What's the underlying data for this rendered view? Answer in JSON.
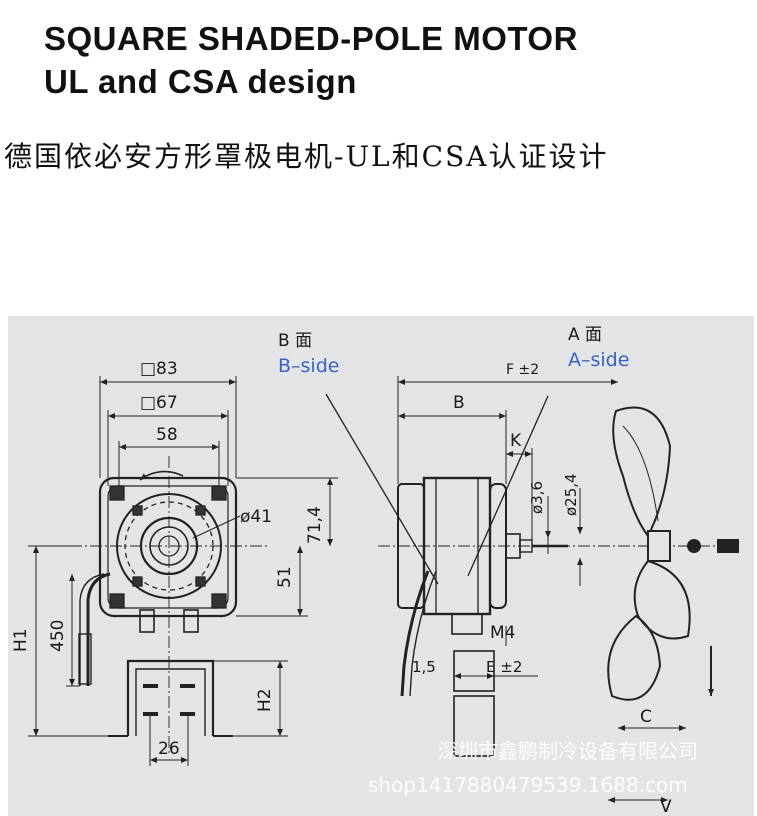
{
  "header": {
    "title_line1": "SQUARE SHADED-POLE MOTOR",
    "title_line2": "UL and CSA design",
    "subtitle_cn": "德国依必安方形罩极电机-UL和CSA认证设计"
  },
  "drawing": {
    "dim_83": "□83",
    "dim_67": "□67",
    "dim_58": "58",
    "dim_41": "ø41",
    "dim_71_4": "71,4",
    "dim_51": "51",
    "dim_H1": "H1",
    "dim_450": "450",
    "dim_H2": "H2",
    "dim_26": "26",
    "b_side_cn": "B 面",
    "b_side": "B–side",
    "a_side_cn": "A 面",
    "a_side": "A–side",
    "dim_F": "F ±2",
    "dim_B": "B",
    "dim_K": "K",
    "dim_3_6": "ø3,6",
    "dim_25_4": "ø25,4",
    "dim_M4": "M4",
    "dim_1_5": "1,5",
    "dim_E": "E ±2",
    "dim_C": "C",
    "dim_V": "V"
  },
  "watermark": {
    "company": "深圳市鑫鹏制冷设备有限公司",
    "shop": "shop1417880479539.1688.com"
  }
}
